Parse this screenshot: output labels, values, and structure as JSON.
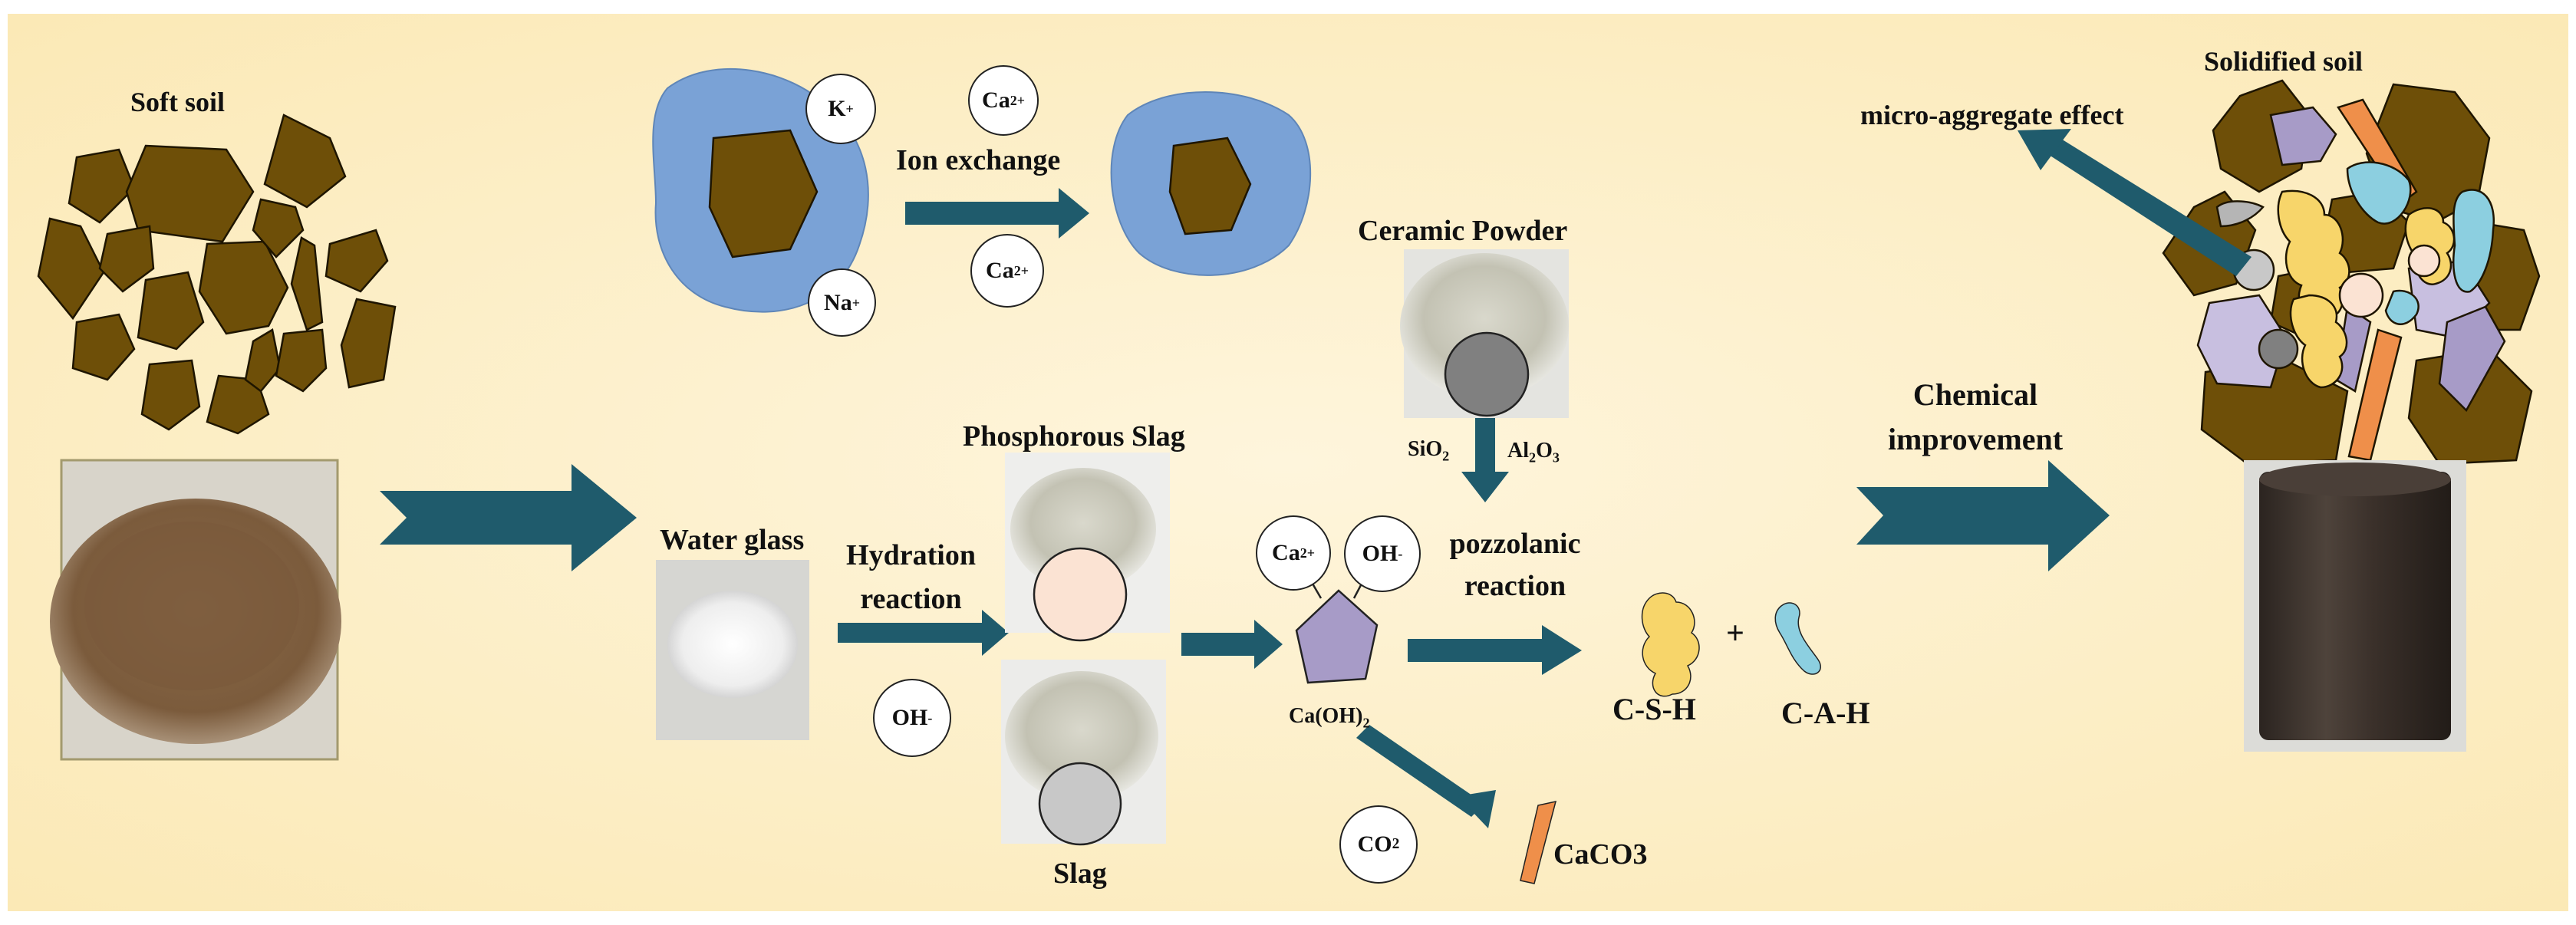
{
  "labels": {
    "soft_soil": "Soft soil",
    "ion_exchange": "Ion exchange",
    "ceramic_powder": "Ceramic Powder",
    "sio2_main": "SiO",
    "sio2_sub": "2",
    "al2o3_al": "Al",
    "al2o3_sub1": "2",
    "al2o3_o": "O",
    "al2o3_sub2": "3",
    "phosphorous_slag": "Phosphorous Slag",
    "water_glass": "Water glass",
    "hydration": "Hydration",
    "reaction": "reaction",
    "slag": "Slag",
    "caoh2_main": "Ca(OH)",
    "caoh2_sub": "2",
    "pozzolanic": "pozzolanic",
    "pozzolanic_reaction": "reaction",
    "csh": "C-S-H",
    "cah": "C-A-H",
    "plus": "+",
    "co2_main": "CO",
    "co2_sub": "2",
    "caco3": "CaCO3",
    "chemical": "Chemical",
    "improvement": "improvement",
    "solidified_soil": "Solidified soil",
    "micro_aggregate": "micro-aggregate effect"
  },
  "ions": {
    "k_main": "K",
    "k_sup": "+",
    "na_main": "Na",
    "na_sup": "+",
    "ca_main": "Ca",
    "ca_sup": "2+",
    "oh_main": "OH",
    "oh_sup": "-"
  },
  "colors": {
    "background": "#fdf0cc",
    "soil_brown": "#6e4f08",
    "water_film": "#7aa2d6",
    "arrow_teal": "#1f5b6c",
    "pentagon_purple": "#a79bc7",
    "csh_yellow": "#f7d56a",
    "cah_blue": "#8ccfe0",
    "caco3_orange": "#ef8f4a",
    "slag_circle": "#c8c8c8",
    "ceramic_circle": "#808080",
    "phos_circle": "#fbe3d3"
  }
}
